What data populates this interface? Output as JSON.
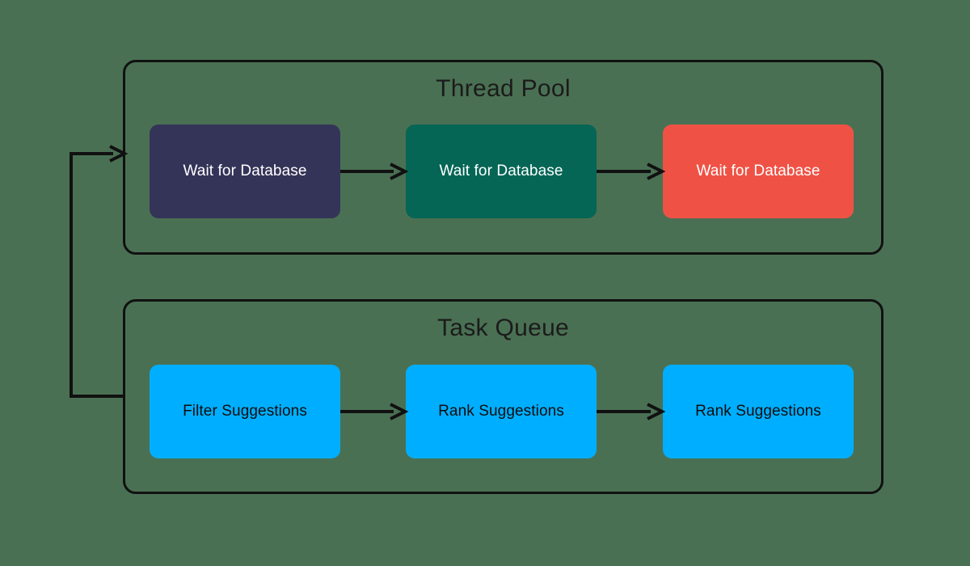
{
  "diagram": {
    "title_hidden": "",
    "background_color": "#4a7053",
    "stroke_color": "#111111",
    "groups": [
      {
        "id": "thread-pool",
        "label": "Thread Pool",
        "nodes": [
          {
            "label": "Wait for Database",
            "fill": "#343459",
            "text_color": "#ffffff"
          },
          {
            "label": "Wait for Database",
            "fill": "#056656",
            "text_color": "#ffffff"
          },
          {
            "label": "Wait for Database",
            "fill": "#ef5245",
            "text_color": "#ffffff"
          }
        ],
        "connectors": [
          {
            "from": "thread-pool-node-1",
            "to": "thread-pool-node-2",
            "type": "arrow"
          },
          {
            "from": "thread-pool-node-2",
            "to": "thread-pool-node-3",
            "type": "arrow"
          }
        ]
      },
      {
        "id": "task-queue",
        "label": "Task Queue",
        "nodes": [
          {
            "label": "Filter Suggestions",
            "fill": "#00aeff",
            "text_color": "#0d0d0d"
          },
          {
            "label": "Rank Suggestions",
            "fill": "#00aeff",
            "text_color": "#0d0d0d"
          },
          {
            "label": "Rank Suggestions",
            "fill": "#00aeff",
            "text_color": "#0d0d0d"
          }
        ],
        "connectors": [
          {
            "from": "task-queue-node-1",
            "to": "task-queue-node-2",
            "type": "arrow"
          },
          {
            "from": "task-queue-node-2",
            "to": "task-queue-node-3",
            "type": "arrow"
          }
        ]
      }
    ],
    "feedback_connector": {
      "from": "task-queue-group",
      "to": "thread-pool-group",
      "type": "arrow",
      "routing": "orthogonal-left-loop"
    }
  }
}
